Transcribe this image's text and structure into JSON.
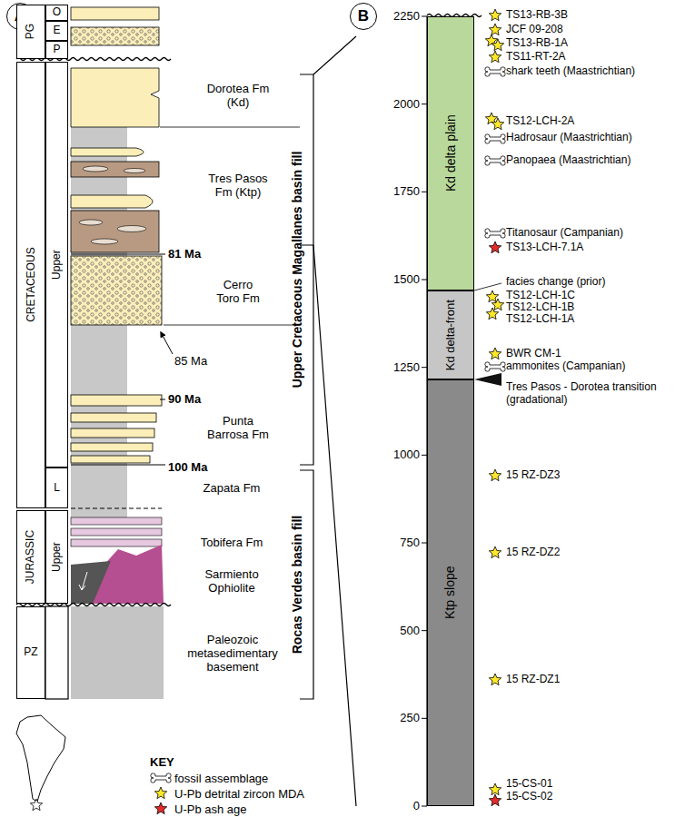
{
  "diagram": {
    "nodes": [
      {
        "text": [
          "A"
        ]
      },
      {
        "text": [
          "PG"
        ]
      },
      {
        "text": [
          "O"
        ]
      },
      {
        "text": [
          "E"
        ]
      },
      {
        "text": [
          "P"
        ]
      },
      {
        "text": [
          "CRETACEOUS"
        ]
      },
      {
        "text": [
          "Upper"
        ]
      },
      {
        "text": [
          "L"
        ]
      },
      {
        "text": [
          "JURASSIC"
        ]
      },
      {
        "text": [
          "Upper"
        ]
      },
      {
        "text": [
          "PZ"
        ]
      },
      {
        "text": [
          "B"
        ]
      },
      {
        "text": [
          "Kd delta plain"
        ]
      },
      {
        "text": [
          "Kd delta-front"
        ]
      },
      {
        "text": [
          "Ktp slope"
        ]
      }
    ],
    "labels": [
      "Dorotea Fm (Kd)",
      "Tres Pasos Fm (Ktp)",
      "81 Ma",
      "Cerro Toro Fm",
      "85 Ma",
      "90 Ma",
      "Punta Barrosa Fm",
      "100 Ma",
      "Zapata Fm",
      "Tobifera Fm",
      "Sarmiento Ophiolite",
      "Paleozoic metasedimentary basement",
      "Upper Cretaceous Magallanes basin fill",
      "Rocas Verdes basin fill",
      "KEY",
      "0",
      "250",
      "500",
      "750",
      "1000",
      "1250",
      "1500",
      "1750",
      "2000",
      "2250",
      "TS13-RB-3B",
      "JCF 09-208",
      "TS13-RB-1A",
      "TS11-RT-2A",
      "shark teeth (Maastrichtian)",
      "TS12-LCH-2A",
      "Hadrosaur (Maastrichtian)",
      "Panopaea (Maastrichtian)",
      "Titanosaur (Campanian)",
      "TS13-LCH-7.1A",
      "facies change (prior)",
      "TS12-LCH-1C",
      "TS12-LCH-1B",
      "TS12-LCH-1A",
      "BWR CM-1",
      "ammonites (Campanian)",
      "Tres Pasos - Dorotea transition (gradational)",
      "15 RZ-DZ3",
      "15 RZ-DZ2",
      "15 RZ-DZ1",
      "15-CS-01",
      "15-CS-02"
    ],
    "legend": [
      {
        "text": "fossil assemblage"
      },
      {
        "text": "U-Pb detrital zircon MDA"
      },
      {
        "text": "U-Pb ash age"
      }
    ]
  }
}
